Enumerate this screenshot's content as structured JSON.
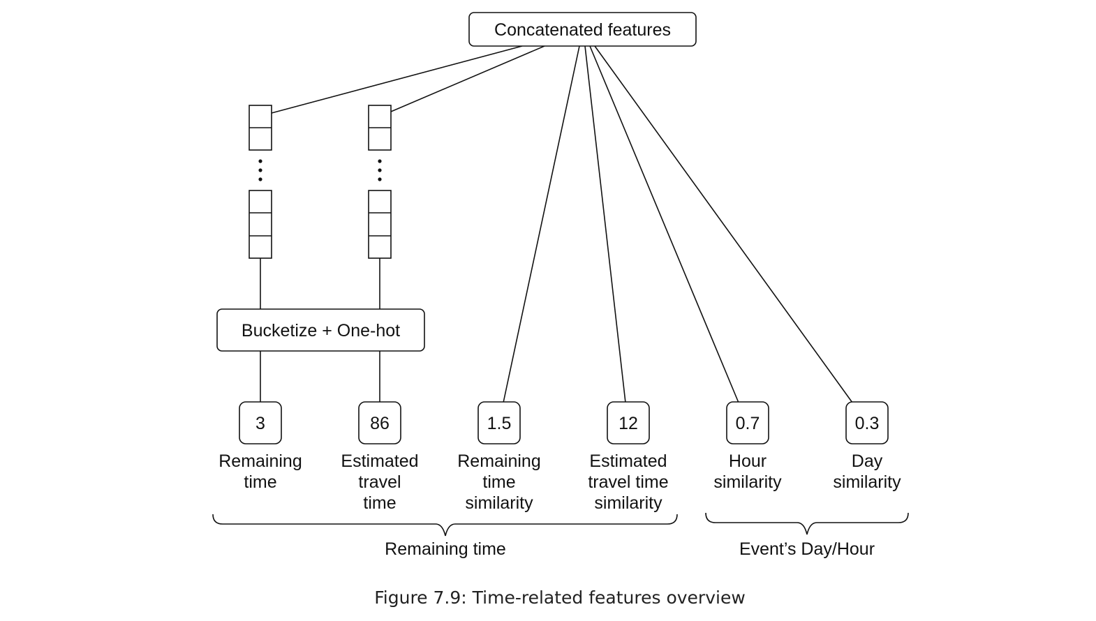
{
  "top_node": {
    "label": "Concatenated features"
  },
  "encoder_node": {
    "label": "Bucketize + One-hot"
  },
  "features": [
    {
      "value": "3",
      "label_lines": [
        "Remaining",
        "time"
      ]
    },
    {
      "value": "86",
      "label_lines": [
        "Estimated",
        "travel",
        "time"
      ]
    },
    {
      "value": "1.5",
      "label_lines": [
        "Remaining",
        "time",
        "similarity"
      ]
    },
    {
      "value": "12",
      "label_lines": [
        "Estimated",
        "travel time",
        "similarity"
      ]
    },
    {
      "value": "0.7",
      "label_lines": [
        "Hour",
        "similarity"
      ]
    },
    {
      "value": "0.3",
      "label_lines": [
        "Day",
        "similarity"
      ]
    }
  ],
  "groups": [
    {
      "label": "Remaining time"
    },
    {
      "label": "Event’s Day/Hour"
    }
  ],
  "caption": "Figure 7.9: Time-related features overview"
}
